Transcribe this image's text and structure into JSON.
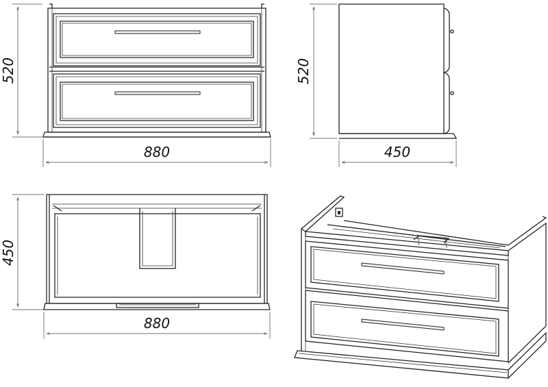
{
  "front_view": {
    "height_label": "520",
    "width_label": "880"
  },
  "side_view": {
    "height_label": "520",
    "depth_label": "450"
  },
  "top_view": {
    "depth_label": "450",
    "width_label": "880"
  },
  "iso_view": {},
  "colors": {
    "line": "#222222",
    "background": "#ffffff",
    "accent": "#cc2222"
  }
}
